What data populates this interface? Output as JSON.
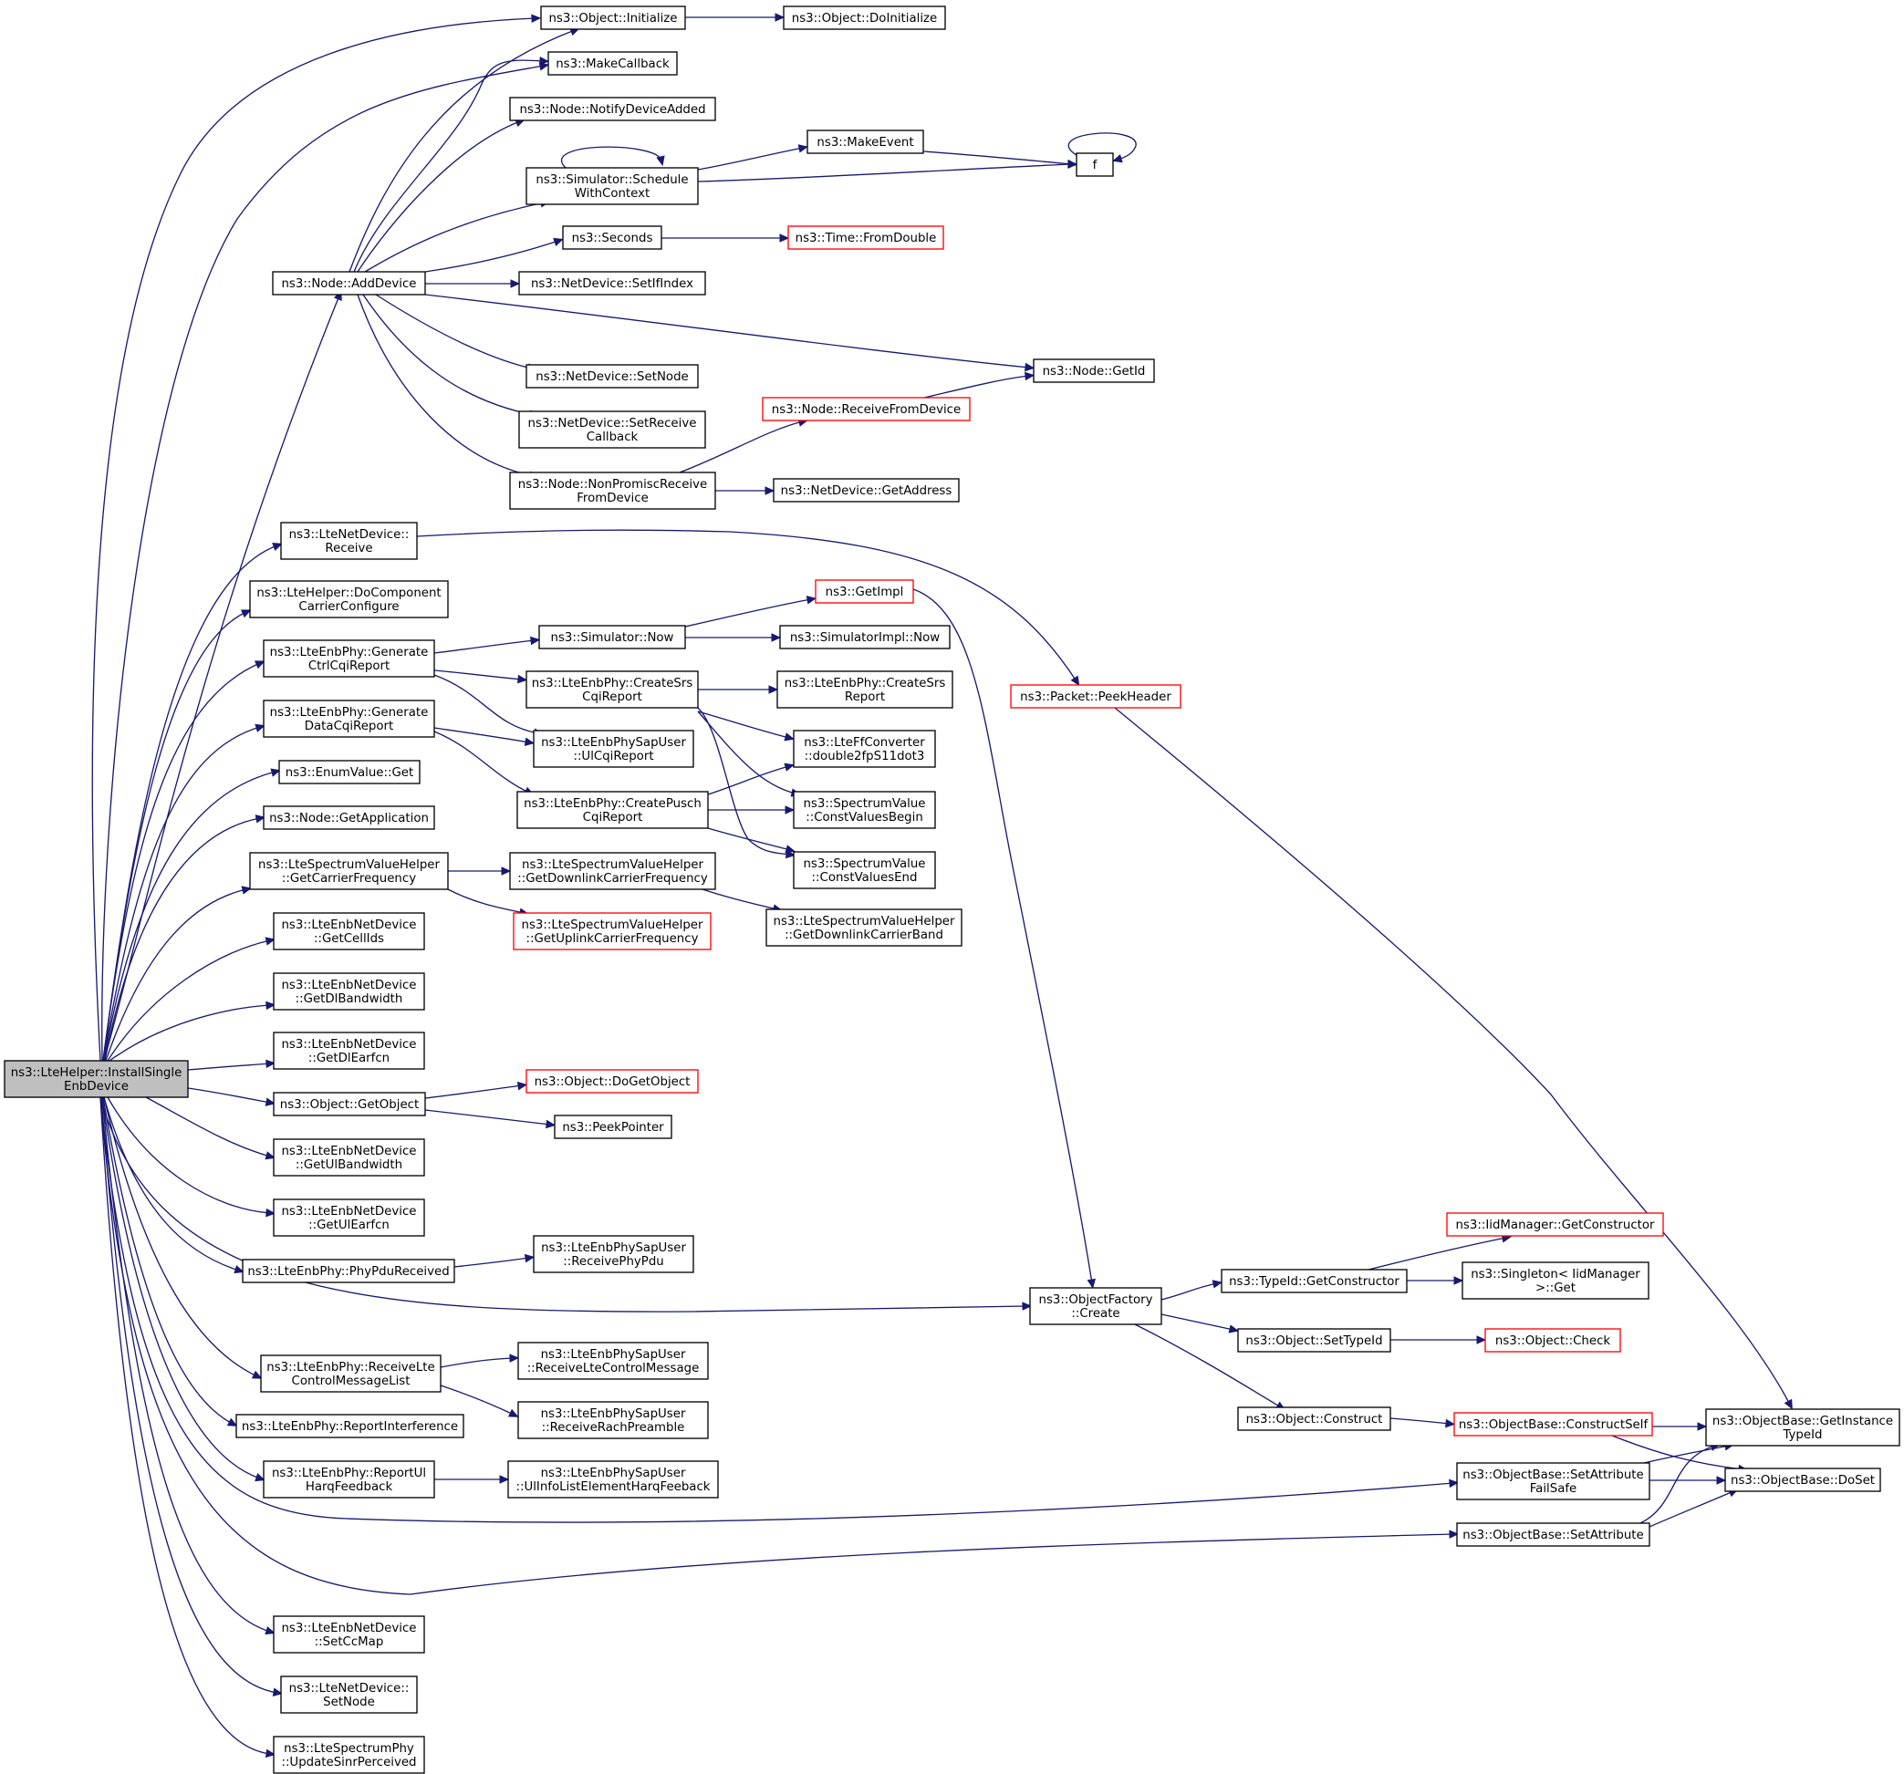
{
  "diagram": {
    "kind": "call-graph",
    "colors": {
      "edge": "#191970",
      "root_fill": "#bfbfbf",
      "node_fill": "#ffffff",
      "node_border": "#000000",
      "truncated_border": "#ff0000"
    },
    "nodes": [
      {
        "id": "root",
        "lines": [
          "ns3::LteHelper::InstallSingle",
          "EnbDevice"
        ],
        "style": "root"
      },
      {
        "id": "objInit",
        "lines": [
          "ns3::Object::Initialize"
        ]
      },
      {
        "id": "objDoInit",
        "lines": [
          "ns3::Object::DoInitialize"
        ]
      },
      {
        "id": "makeCb",
        "lines": [
          "ns3::MakeCallback"
        ]
      },
      {
        "id": "notifyDev",
        "lines": [
          "ns3::Node::NotifyDeviceAdded"
        ]
      },
      {
        "id": "schedCtx",
        "lines": [
          "ns3::Simulator::Schedule",
          "WithContext"
        ]
      },
      {
        "id": "makeEvent",
        "lines": [
          "ns3::MakeEvent"
        ]
      },
      {
        "id": "f",
        "lines": [
          "f"
        ]
      },
      {
        "id": "seconds",
        "lines": [
          "ns3::Seconds"
        ]
      },
      {
        "id": "fromDouble",
        "lines": [
          "ns3::Time::FromDouble"
        ],
        "style": "truncated"
      },
      {
        "id": "addDevice",
        "lines": [
          "ns3::Node::AddDevice"
        ]
      },
      {
        "id": "setIfIndex",
        "lines": [
          "ns3::NetDevice::SetIfIndex"
        ]
      },
      {
        "id": "getId",
        "lines": [
          "ns3::Node::GetId"
        ]
      },
      {
        "id": "ndSetNode",
        "lines": [
          "ns3::NetDevice::SetNode"
        ]
      },
      {
        "id": "recvFromDev",
        "lines": [
          "ns3::Node::ReceiveFromDevice"
        ],
        "style": "truncated"
      },
      {
        "id": "setRecvCb",
        "lines": [
          "ns3::NetDevice::SetReceive",
          "Callback"
        ]
      },
      {
        "id": "nonPromisc",
        "lines": [
          "ns3::Node::NonPromiscReceive",
          "FromDevice"
        ]
      },
      {
        "id": "getAddress",
        "lines": [
          "ns3::NetDevice::GetAddress"
        ]
      },
      {
        "id": "lteRecv",
        "lines": [
          "ns3::LteNetDevice::",
          "Receive"
        ]
      },
      {
        "id": "doCCConf",
        "lines": [
          "ns3::LteHelper::DoComponent",
          "CarrierConfigure"
        ]
      },
      {
        "id": "getImpl",
        "lines": [
          "ns3::GetImpl"
        ],
        "style": "truncated"
      },
      {
        "id": "simNow",
        "lines": [
          "ns3::Simulator::Now"
        ]
      },
      {
        "id": "simImplNow",
        "lines": [
          "ns3::SimulatorImpl::Now"
        ]
      },
      {
        "id": "genCtrl",
        "lines": [
          "ns3::LteEnbPhy::Generate",
          "CtrlCqiReport"
        ]
      },
      {
        "id": "createSrs",
        "lines": [
          "ns3::LteEnbPhy::CreateSrs",
          "CqiReport"
        ]
      },
      {
        "id": "createSrsRep",
        "lines": [
          "ns3::LteEnbPhy::CreateSrs",
          "Report"
        ]
      },
      {
        "id": "peekHeader",
        "lines": [
          "ns3::Packet::PeekHeader"
        ],
        "style": "truncated"
      },
      {
        "id": "genData",
        "lines": [
          "ns3::LteEnbPhy::Generate",
          "DataCqiReport"
        ]
      },
      {
        "id": "ulCqi",
        "lines": [
          "ns3::LteEnbPhySapUser",
          "::UlCqiReport"
        ]
      },
      {
        "id": "ffConv",
        "lines": [
          "ns3::LteFfConverter",
          "::double2fpS11dot3"
        ]
      },
      {
        "id": "enumGet",
        "lines": [
          "ns3::EnumValue::Get"
        ]
      },
      {
        "id": "createPusch",
        "lines": [
          "ns3::LteEnbPhy::CreatePusch",
          "CqiReport"
        ]
      },
      {
        "id": "cvBegin",
        "lines": [
          "ns3::SpectrumValue",
          "::ConstValuesBegin"
        ]
      },
      {
        "id": "getApp",
        "lines": [
          "ns3::Node::GetApplication"
        ]
      },
      {
        "id": "cvEnd",
        "lines": [
          "ns3::SpectrumValue",
          "::ConstValuesEnd"
        ]
      },
      {
        "id": "getCarrier",
        "lines": [
          "ns3::LteSpectrumValueHelper",
          "::GetCarrierFrequency"
        ]
      },
      {
        "id": "getDlFreq",
        "lines": [
          "ns3::LteSpectrumValueHelper",
          "::GetDownlinkCarrierFrequency"
        ]
      },
      {
        "id": "getUlFreq",
        "lines": [
          "ns3::LteSpectrumValueHelper",
          "::GetUplinkCarrierFrequency"
        ],
        "style": "truncated"
      },
      {
        "id": "getDlBand",
        "lines": [
          "ns3::LteSpectrumValueHelper",
          "::GetDownlinkCarrierBand"
        ]
      },
      {
        "id": "getCellIds",
        "lines": [
          "ns3::LteEnbNetDevice",
          "::GetCellIds"
        ]
      },
      {
        "id": "getDlBw",
        "lines": [
          "ns3::LteEnbNetDevice",
          "::GetDlBandwidth"
        ]
      },
      {
        "id": "getDlEarfcn",
        "lines": [
          "ns3::LteEnbNetDevice",
          "::GetDlEarfcn"
        ]
      },
      {
        "id": "doGetObj",
        "lines": [
          "ns3::Object::DoGetObject"
        ],
        "style": "truncated"
      },
      {
        "id": "getObj",
        "lines": [
          "ns3::Object::GetObject"
        ]
      },
      {
        "id": "peekPtr",
        "lines": [
          "ns3::PeekPointer"
        ]
      },
      {
        "id": "getUlBw",
        "lines": [
          "ns3::LteEnbNetDevice",
          "::GetUlBandwidth"
        ]
      },
      {
        "id": "getUlEarfcn",
        "lines": [
          "ns3::LteEnbNetDevice",
          "::GetUlEarfcn"
        ]
      },
      {
        "id": "recvPhyPdu",
        "lines": [
          "ns3::LteEnbPhySapUser",
          "::ReceivePhyPdu"
        ]
      },
      {
        "id": "phyPdu",
        "lines": [
          "ns3::LteEnbPhy::PhyPduReceived"
        ]
      },
      {
        "id": "iidGetCons",
        "lines": [
          "ns3::IidManager::GetConstructor"
        ],
        "style": "truncated"
      },
      {
        "id": "typeGetCons",
        "lines": [
          "ns3::TypeId::GetConstructor"
        ]
      },
      {
        "id": "singletonGet",
        "lines": [
          "ns3::Singleton< IidManager",
          " >::Get"
        ]
      },
      {
        "id": "objFactory",
        "lines": [
          "ns3::ObjectFactory",
          "::Create"
        ]
      },
      {
        "id": "setTypeId",
        "lines": [
          "ns3::Object::SetTypeId"
        ]
      },
      {
        "id": "objCheck",
        "lines": [
          "ns3::Object::Check"
        ],
        "style": "truncated"
      },
      {
        "id": "recvLteMsg",
        "lines": [
          "ns3::LteEnbPhySapUser",
          "::ReceiveLteControlMessage"
        ]
      },
      {
        "id": "recvLteList",
        "lines": [
          "ns3::LteEnbPhy::ReceiveLte",
          "ControlMessageList"
        ]
      },
      {
        "id": "rachPre",
        "lines": [
          "ns3::LteEnbPhySapUser",
          "::ReceiveRachPreamble"
        ]
      },
      {
        "id": "objConstruct",
        "lines": [
          "ns3::Object::Construct"
        ]
      },
      {
        "id": "constructSelf",
        "lines": [
          "ns3::ObjectBase::ConstructSelf"
        ],
        "style": "truncated"
      },
      {
        "id": "getInstTid",
        "lines": [
          "ns3::ObjectBase::GetInstance",
          "TypeId"
        ]
      },
      {
        "id": "reportInterf",
        "lines": [
          "ns3::LteEnbPhy::ReportInterference"
        ]
      },
      {
        "id": "ulInfo",
        "lines": [
          "ns3::LteEnbPhySapUser",
          "::UlInfoListElementHarqFeeback"
        ]
      },
      {
        "id": "reportUl",
        "lines": [
          "ns3::LteEnbPhy::ReportUl",
          "HarqFeedback"
        ]
      },
      {
        "id": "setAttrFS",
        "lines": [
          "ns3::ObjectBase::SetAttribute",
          "FailSafe"
        ]
      },
      {
        "id": "doSet",
        "lines": [
          "ns3::ObjectBase::DoSet"
        ]
      },
      {
        "id": "setAttr",
        "lines": [
          "ns3::ObjectBase::SetAttribute"
        ]
      },
      {
        "id": "setCcMap",
        "lines": [
          "ns3::LteEnbNetDevice",
          "::SetCcMap"
        ]
      },
      {
        "id": "lteSetNode",
        "lines": [
          "ns3::LteNetDevice::",
          "SetNode"
        ]
      },
      {
        "id": "updateSinr",
        "lines": [
          "ns3::LteSpectrumPhy",
          "::UpdateSinrPerceived"
        ]
      }
    ]
  }
}
